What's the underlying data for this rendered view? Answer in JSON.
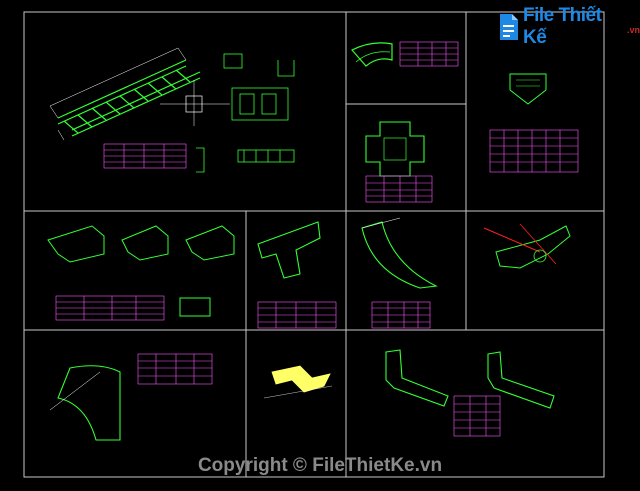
{
  "brand": {
    "logo_text": "File Thiết Kế",
    "logo_suffix": ".vn",
    "copyright": "Copyright © FileThietKe.vn"
  },
  "colors": {
    "background": "#000000",
    "frame": "#c8c8c8",
    "drawing": "#33ff33",
    "dimension": "#ffffff",
    "accent_red": "#ff2020",
    "accent_yellow": "#ffff66",
    "table_grid": "#ff55ff",
    "watermark": "#8a8a8a",
    "brand_blue": "#1e88e5"
  },
  "panels": [
    {
      "id": "cable-ladder"
    },
    {
      "id": "horizontal-bend"
    },
    {
      "id": "tee-reducer"
    },
    {
      "id": "cross-fitting"
    },
    {
      "id": "bracket-supports"
    },
    {
      "id": "horizontal-tee"
    },
    {
      "id": "vertical-bend"
    },
    {
      "id": "hanger-support"
    },
    {
      "id": "outside-bend"
    },
    {
      "id": "splice-plate"
    },
    {
      "id": "cantilever-arms"
    }
  ]
}
